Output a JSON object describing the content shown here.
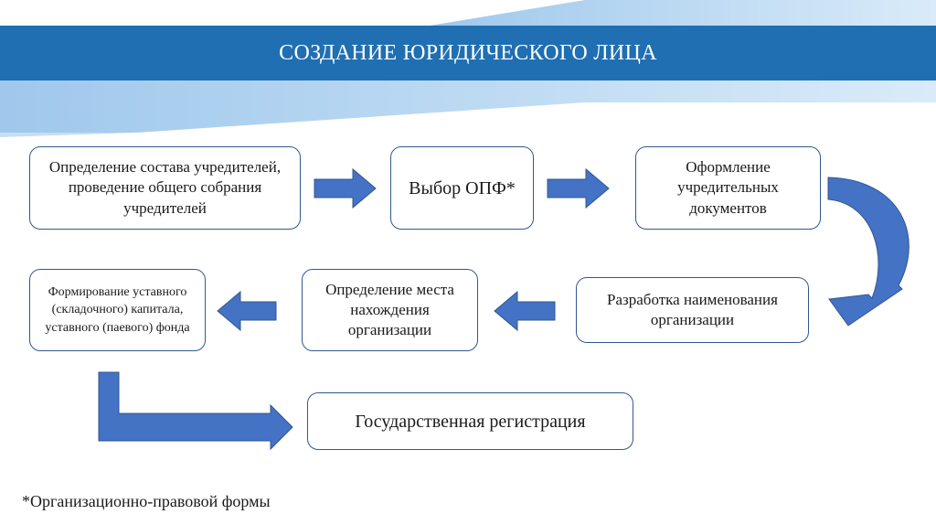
{
  "header": {
    "title": "СОЗДАНИЕ ЮРИДИЧЕСКОГО ЛИЦА",
    "band_color": "#1f6fb2",
    "arrow_color": "#4472c4"
  },
  "steps": {
    "founders": "Определение состава учредителей, проведение общего собрания учредителей",
    "opf": "Выбор ОПФ*",
    "documents": "Оформление учредительных документов",
    "name": "Разработка наименования организации",
    "location": "Определение места нахождения организации",
    "capital": "Формирование уставного (складочного) капитала, уставного (паевого) фонда",
    "registration": "Государственная регистрация"
  },
  "footnote": "*Организационно-правовой формы"
}
